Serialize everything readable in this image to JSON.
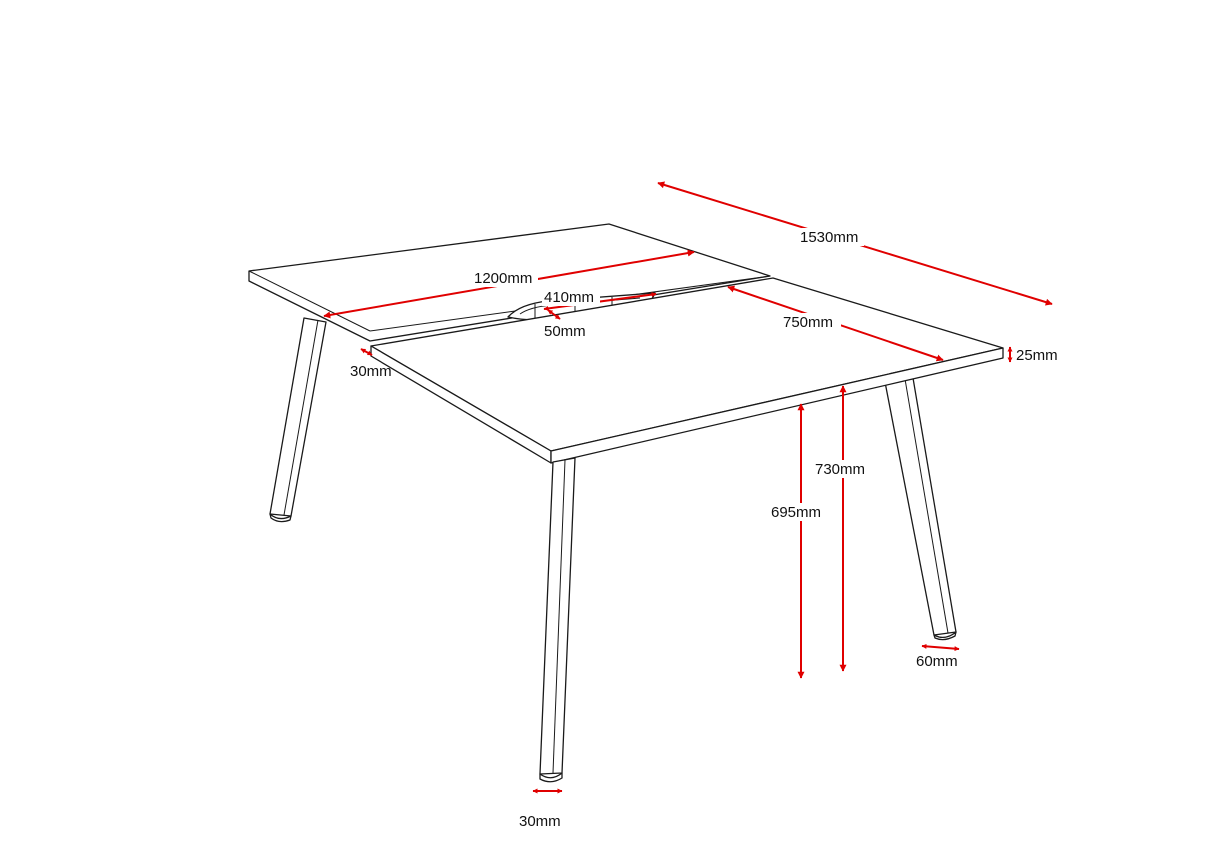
{
  "accent_color": "#e00000",
  "line_color": "#1a1a1a",
  "dimensions": {
    "overall_length": "1530mm",
    "desk_length": "1200mm",
    "desk_depth": "750mm",
    "top_thickness": "25mm",
    "cable_tray_length": "410mm",
    "cable_tray_width": "50mm",
    "screen_gap": "30mm",
    "overall_height": "730mm",
    "under_desk_height": "695mm",
    "leg_depth": "60mm",
    "leg_width": "30mm"
  }
}
